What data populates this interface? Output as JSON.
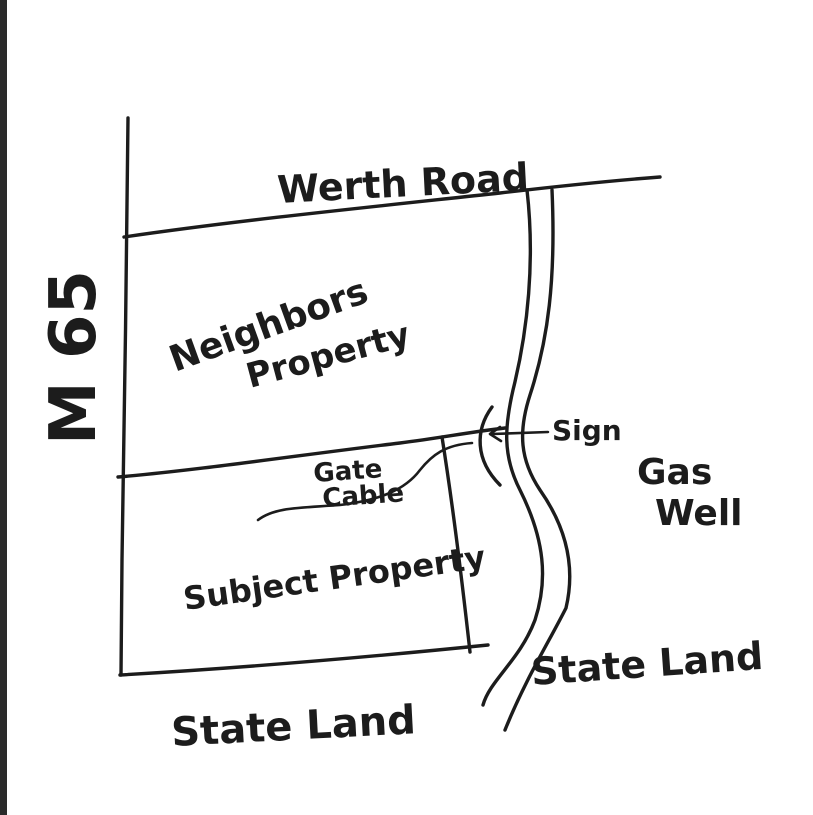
{
  "map": {
    "road_top": "Werth Road",
    "road_left": "M 65",
    "neighbors_line1": "Neighbors",
    "neighbors_line2": "Property",
    "gate_line1": "Gate",
    "gate_line2": "Cable",
    "subject": "Subject Property",
    "sign": "Sign",
    "gas_line1": "Gas",
    "gas_line2": "Well",
    "state_land_right": "State Land",
    "state_land_bottom": "State Land"
  }
}
